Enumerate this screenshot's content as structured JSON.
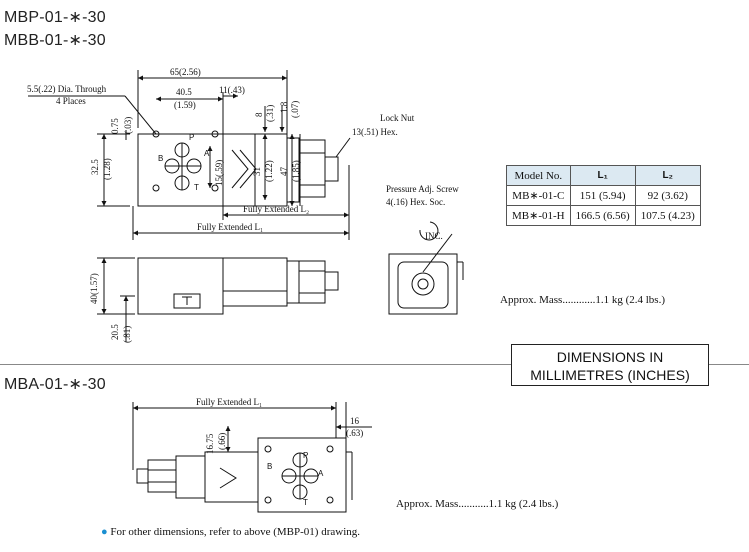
{
  "header": {
    "title_line1": "MBP-01-∗-30",
    "title_line2": "MBB-01-∗-30",
    "title_mba": "MBA-01-∗-30"
  },
  "top_view": {
    "hole_note_line1": "5.5(.22) Dia. Through",
    "hole_note_line2": "4 Places",
    "dim_65": "65(2.56)",
    "dim_40_5": "40.5",
    "dim_40_5_in": "(1.59)",
    "dim_11": "11(.43)",
    "dim_8": "8",
    "dim_8_in": "(.31)",
    "dim_1_8": "1.8",
    "dim_1_8_in": "(.07)",
    "dim_0_75": "0.75",
    "dim_0_75_in": "(.03)",
    "dim_32_5": "32.5",
    "dim_32_5_in": "(1.28)",
    "dim_15": "15(.59)",
    "dim_31": "31",
    "dim_31_in": "(1.22)",
    "dim_47": "47",
    "dim_47_in": "(1.85)",
    "lock_nut_line1": "Lock Nut",
    "lock_nut_line2": "13(.51) Hex.",
    "fully_extended_l2": "Fully Extended L₂",
    "fully_extended_l1": "Fully Extended L₁",
    "port_p": "P",
    "port_b": "B",
    "port_a": "A",
    "port_t": "T"
  },
  "side_view": {
    "dim_40": "40(1.57)",
    "dim_20_5": "20.5",
    "dim_20_5_in": "(.81)"
  },
  "end_view": {
    "screw_line1": "Pressure Adj. Screw",
    "screw_line2": "4(.16) Hex. Soc.",
    "inc": "INC."
  },
  "spec_table": {
    "headers": [
      "Model No.",
      "L₁",
      "L₂"
    ],
    "rows": [
      [
        "MB∗-01-C",
        "151 (5.94)",
        "92 (3.62)"
      ],
      [
        "MB∗-01-H",
        "166.5 (6.56)",
        "107.5 (4.23)"
      ]
    ]
  },
  "mass_top": "Approx. Mass............1.1 kg (2.4 lbs.)",
  "banner": {
    "line1": "DIMENSIONS IN",
    "line2": "MILLIMETRES (INCHES)"
  },
  "mba_view": {
    "fully_extended_l1": "Fully Extended L₁",
    "dim_16": "16",
    "dim_16_in": "(.63)",
    "dim_16_75": "16.75",
    "dim_16_75_in": "(.66)",
    "port_p": "P",
    "port_b": "B",
    "port_a": "A",
    "port_t": "T"
  },
  "mass_bottom": "Approx. Mass...........1.1 kg (2.4 lbs.)",
  "footnote": "For other dimensions, refer to above (MBP-01) drawing."
}
